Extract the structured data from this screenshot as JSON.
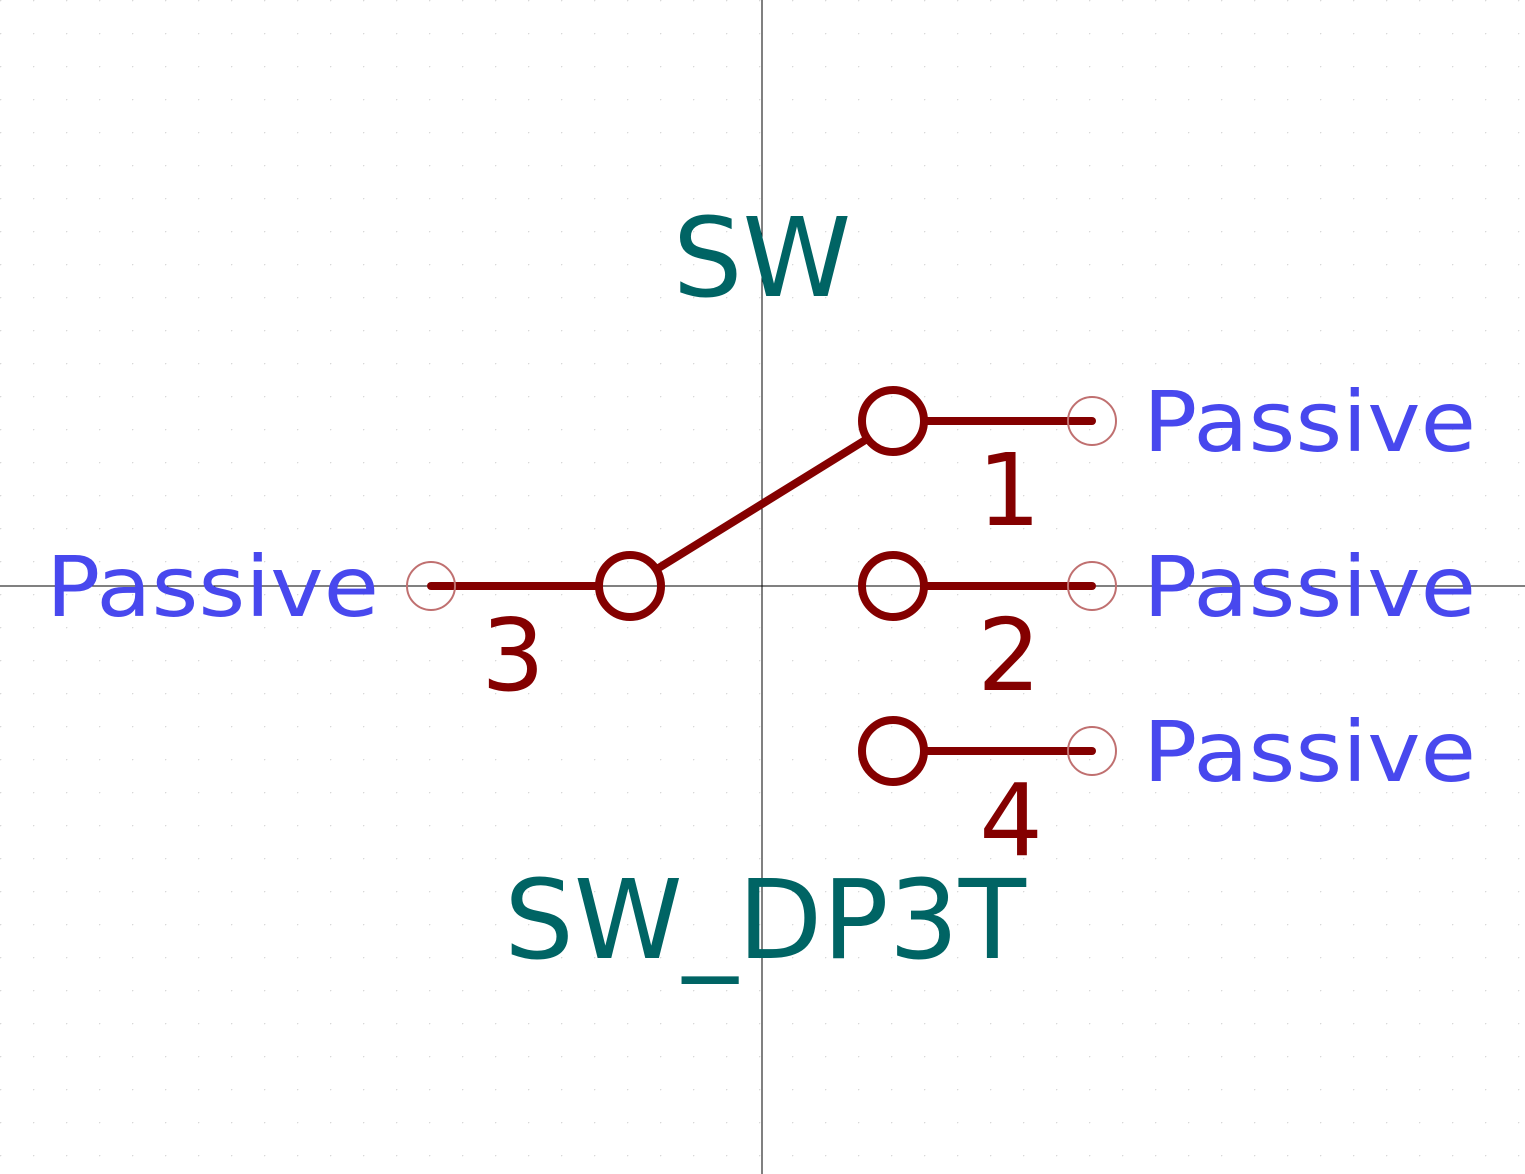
{
  "symbol": {
    "reference": "SW",
    "value": "SW_DP3T"
  },
  "pins": [
    {
      "number": "1",
      "type": "Passive"
    },
    {
      "number": "2",
      "type": "Passive"
    },
    {
      "number": "3",
      "type": "Passive"
    },
    {
      "number": "4",
      "type": "Passive"
    }
  ],
  "colors": {
    "background": "#ffffff",
    "body": "#840000",
    "pin_end": "#c07070",
    "pin_type": "#4848ee",
    "field_text": "#006464",
    "axis": "#000000",
    "grid_dot": "#d8d8d8"
  }
}
